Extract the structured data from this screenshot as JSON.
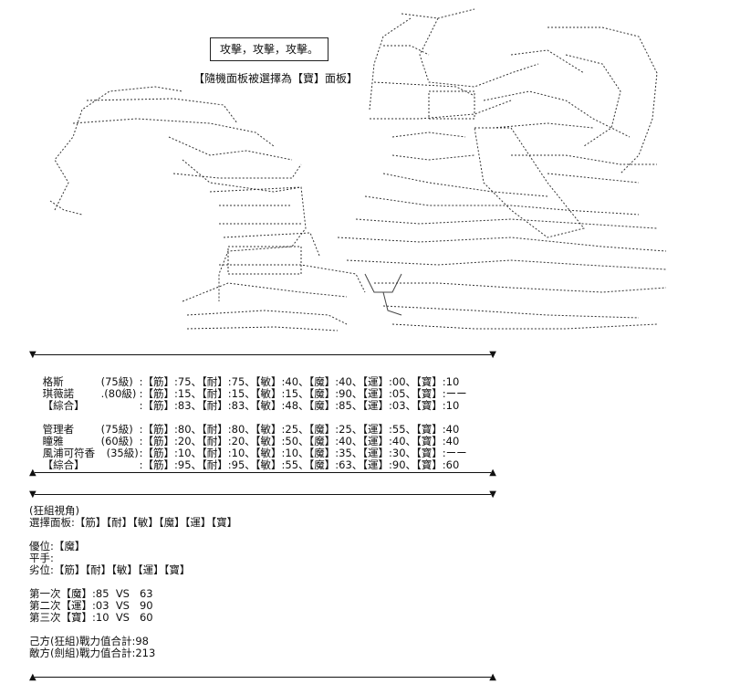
{
  "scene": {
    "caption_box": "攻擊，攻擊，攻擊。",
    "caption_note": "【隨機面板被選擇為【寶】面板】"
  },
  "team_a": [
    {
      "name": "格斯",
      "level": "(75級)",
      "stats": ":【筋】:75、【耐】:75、【敏】:40、【魔】:40、【運】:00、【寶】:10"
    },
    {
      "name": "琪薇諾",
      "level": ".(80級)",
      "stats": ":【筋】:15、【耐】:15、【敏】:15、【魔】:90、【運】:05、【寶】:ーー"
    },
    {
      "name": "【綜合】",
      "level": "",
      "stats": ":【筋】:83、【耐】:83、【敏】:48、【魔】:85、【運】:03、【寶】:10"
    }
  ],
  "team_b": [
    {
      "name": "管理者",
      "level": "(75級)",
      "stats": ":【筋】:80、【耐】:80、【敏】:25、【魔】:25、【運】:55、【寶】:40"
    },
    {
      "name": "瞳雅",
      "level": "(60級)",
      "stats": ":【筋】:20、【耐】:20、【敏】:50、【魔】:40、【運】:40、【寶】:40"
    },
    {
      "name": "風浦可符香",
      "level": "(35級)",
      "stats": ":【筋】:10、【耐】:10、【敏】:10、【魔】:35、【運】:30、【寶】:ーー"
    },
    {
      "name": "【綜合】",
      "level": "",
      "stats": ":【筋】:95、【耐】:95、【敏】:55、【魔】:63、【運】:90、【寶】:60"
    }
  ],
  "summary": {
    "perspective": "(狂組視角)",
    "panel": "選擇面板:【筋】【耐】【敏】【魔】【運】【寶】",
    "advantage": "優位:【魔】",
    "even": "平手:",
    "disadvantage": "劣位:【筋】【耐】【敏】【運】【寶】",
    "rounds": [
      "第一次【魔】:85  VS   63",
      "第二次【運】:03  VS   90",
      "第三次【寶】:10  VS   60"
    ],
    "own_total": "己方(狂組)戰力值合計:98",
    "enemy_total": "敵方(劍組)戰力值合計:213"
  },
  "icons": {
    "down_triangle": "▼",
    "up_triangle": "▲"
  }
}
